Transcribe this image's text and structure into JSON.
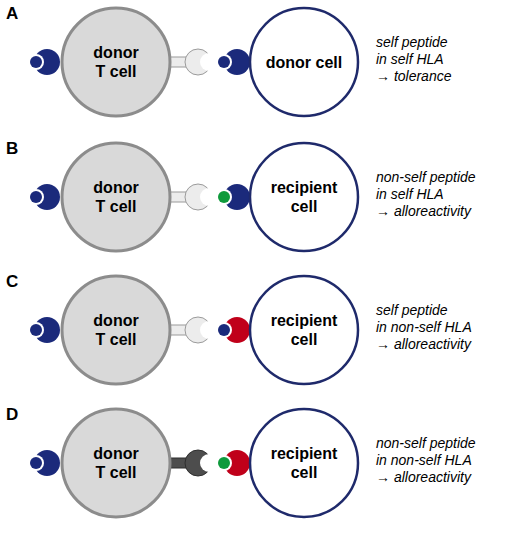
{
  "diagram": {
    "nodes": [
      {
        "text": [
          "donor T cell"
        ]
      },
      {
        "text": [
          "donor cell"
        ]
      },
      {
        "text": [
          "donor T cell"
        ]
      },
      {
        "text": [
          "recipient cell"
        ]
      },
      {
        "text": [
          "donor T cell"
        ]
      },
      {
        "text": [
          "recipient cell"
        ]
      },
      {
        "text": [
          "donor T cell"
        ]
      },
      {
        "text": [
          "recipient cell"
        ]
      }
    ],
    "labels": [
      "A",
      "self peptide",
      "in self HLA",
      "→ tolerance",
      "B",
      "non-self peptide",
      "in self HLA",
      "→ alloreactivity",
      "C",
      "self peptide",
      "in non-self HLA",
      "→ alloreactivity",
      "D",
      "non-self peptide",
      "in non-self HLA",
      "→ alloreactivity"
    ]
  }
}
